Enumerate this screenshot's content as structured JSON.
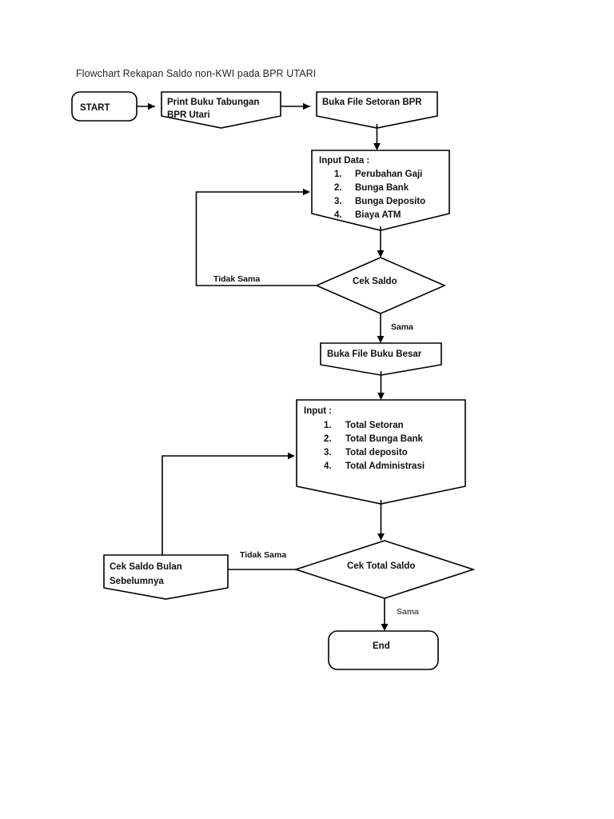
{
  "document": {
    "title": "Flowchart Rekapan Saldo non-KWI pada BPR UTARI",
    "background_color": "#ffffff",
    "line_color": "#000000",
    "text_color": "#101010"
  },
  "nodes": {
    "start": {
      "label": "START",
      "shape": "rounded-terminator"
    },
    "print_buku": {
      "label_line1": "Print Buku Tabungan",
      "label_line2": "BPR Utari",
      "shape": "document-chevron"
    },
    "buka_setoran": {
      "label": "Buka File Setoran BPR",
      "shape": "document-chevron"
    },
    "input_data": {
      "heading": "Input Data :",
      "shape": "document-chevron",
      "items": [
        {
          "num": "1.",
          "text": "Perubahan Gaji"
        },
        {
          "num": "2.",
          "text": "Bunga Bank"
        },
        {
          "num": "3.",
          "text": "Bunga Deposito"
        },
        {
          "num": "4.",
          "text": "Biaya ATM"
        }
      ]
    },
    "cek_saldo": {
      "label": "Cek Saldo",
      "shape": "diamond"
    },
    "buka_buku_besar": {
      "label": "Buka File Buku Besar",
      "shape": "document-chevron"
    },
    "input_total": {
      "heading": "Input :",
      "shape": "document-chevron",
      "items": [
        {
          "num": "1.",
          "text": "Total Setoran"
        },
        {
          "num": "2.",
          "text": "Total Bunga Bank"
        },
        {
          "num": "3.",
          "text": "Total deposito"
        },
        {
          "num": "4.",
          "text": "Total Administrasi"
        }
      ]
    },
    "cek_total_saldo": {
      "label": "Cek Total Saldo",
      "shape": "diamond"
    },
    "cek_saldo_bulan": {
      "label_line1": "Cek Saldo Bulan",
      "label_line2": "Sebelumnya",
      "shape": "document-chevron"
    },
    "end": {
      "label": "End",
      "shape": "rounded-terminator"
    }
  },
  "edge_labels": {
    "tidak_sama_atas": "Tidak Sama",
    "sama_atas": "Sama",
    "tidak_sama_bawah": "Tidak Sama",
    "sama_bawah": "Sama"
  }
}
